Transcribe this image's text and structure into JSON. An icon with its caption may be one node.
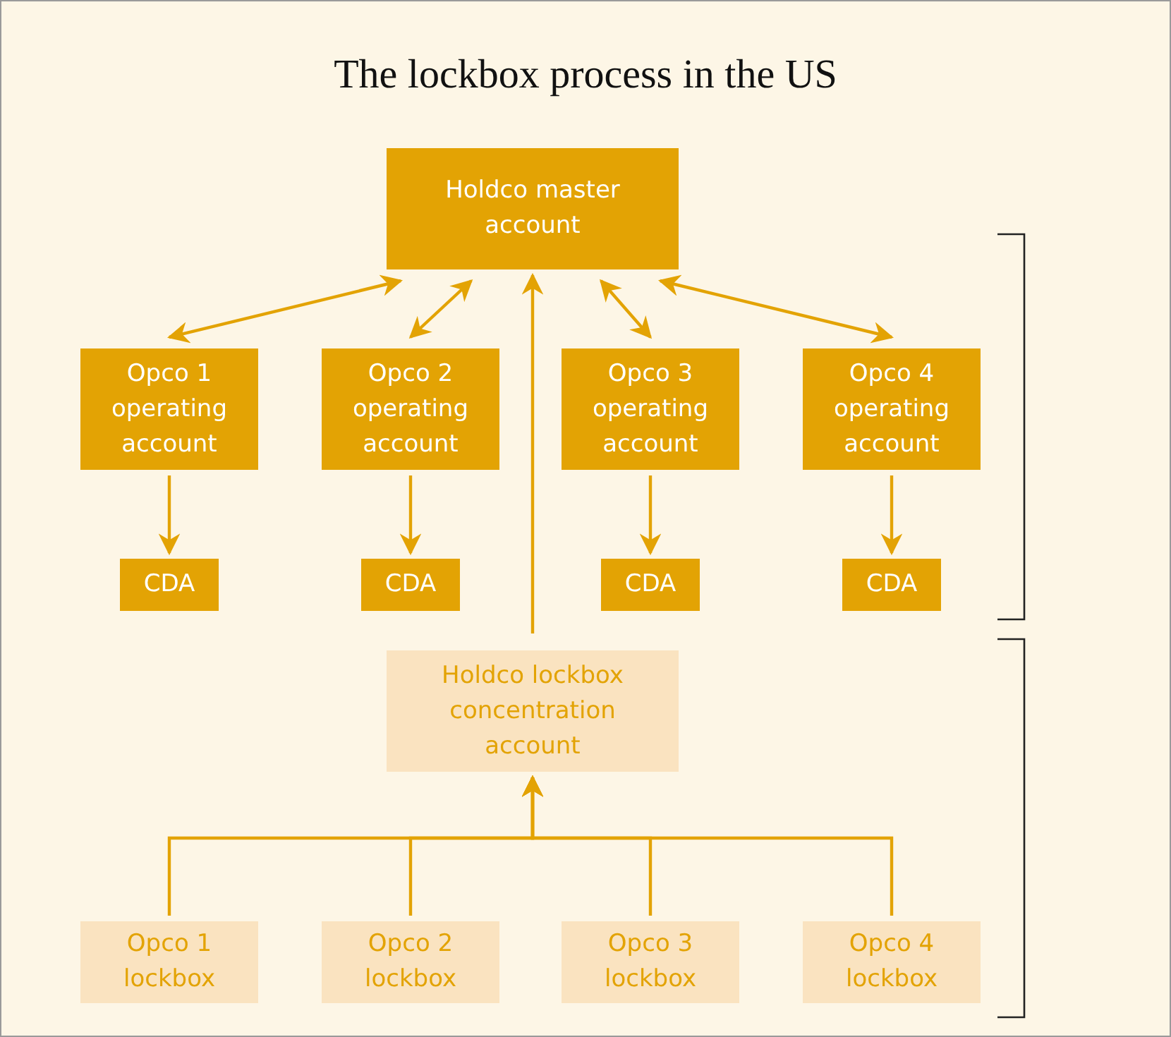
{
  "diagram": {
    "title": "The lockbox process in the US",
    "nodes": [
      {
        "text": [
          "Holdco master account"
        ]
      },
      {
        "text": [
          "Opco 1 operating account"
        ]
      },
      {
        "text": [
          "Opco 2 operating account"
        ]
      },
      {
        "text": [
          "Opco 3 operating account"
        ]
      },
      {
        "text": [
          "Opco 4 operating account"
        ]
      },
      {
        "text": [
          "CDA"
        ]
      },
      {
        "text": [
          "CDA"
        ]
      },
      {
        "text": [
          "CDA"
        ]
      },
      {
        "text": [
          "CDA"
        ]
      },
      {
        "text": [
          "Holdco lockbox concentration account"
        ]
      },
      {
        "text": [
          "Opco 1 lockbox"
        ]
      },
      {
        "text": [
          "Opco 2 lockbox"
        ]
      },
      {
        "text": [
          "Opco 3 lockbox"
        ]
      },
      {
        "text": [
          "Opco 4 lockbox"
        ]
      }
    ],
    "edges": [
      {
        "from": 0,
        "to": 1,
        "arrow": "both"
      },
      {
        "from": 0,
        "to": 2,
        "arrow": "both"
      },
      {
        "from": 0,
        "to": 3,
        "arrow": "both"
      },
      {
        "from": 0,
        "to": 4,
        "arrow": "both"
      },
      {
        "from": 1,
        "to": 5,
        "arrow": "to"
      },
      {
        "from": 2,
        "to": 6,
        "arrow": "to"
      },
      {
        "from": 3,
        "to": 7,
        "arrow": "to"
      },
      {
        "from": 4,
        "to": 8,
        "arrow": "to"
      },
      {
        "from": 9,
        "to": 0,
        "arrow": "to"
      },
      {
        "from": 10,
        "to": 9,
        "arrow": "to"
      },
      {
        "from": 11,
        "to": 9,
        "arrow": "to"
      },
      {
        "from": 12,
        "to": 9,
        "arrow": "to"
      },
      {
        "from": 13,
        "to": 9,
        "arrow": "to"
      }
    ]
  }
}
